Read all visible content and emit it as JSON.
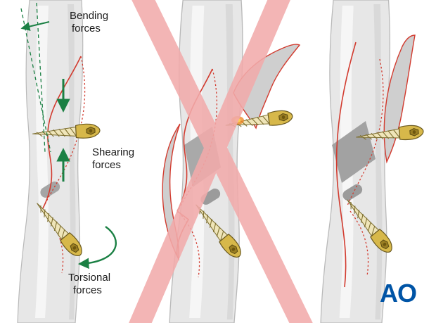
{
  "labels": {
    "bending_line1": "Bending",
    "bending_line2": "forces",
    "shearing_line1": "Shearing",
    "shearing_line2": "forces",
    "torsional_line1": "Torsional",
    "torsional_line2": "forces"
  },
  "logo": {
    "text": "AO"
  },
  "colors": {
    "force_green": "#1b8044",
    "fracture_red": "#d23b2f",
    "prohibition_pink": "#f2abab",
    "screw_gold": "#d7b84a",
    "screw_shaft": "#efe5b9",
    "bone_fill": "#e7e7e7",
    "bone_outline": "#b9b9b9",
    "fragment_gray": "#a5a5a5",
    "highlight_orange": "#f08a2a",
    "logo_blue": "#0054a6",
    "label_text": "#1c1c1c"
  },
  "symbols": {
    "prohibition_cross": "crossed-out-overlay",
    "bending_arrow": "left-arrow",
    "shear_arrows": "opposing-vertical-arrows",
    "torsion_arrow": "curved-rotation-arrow"
  }
}
